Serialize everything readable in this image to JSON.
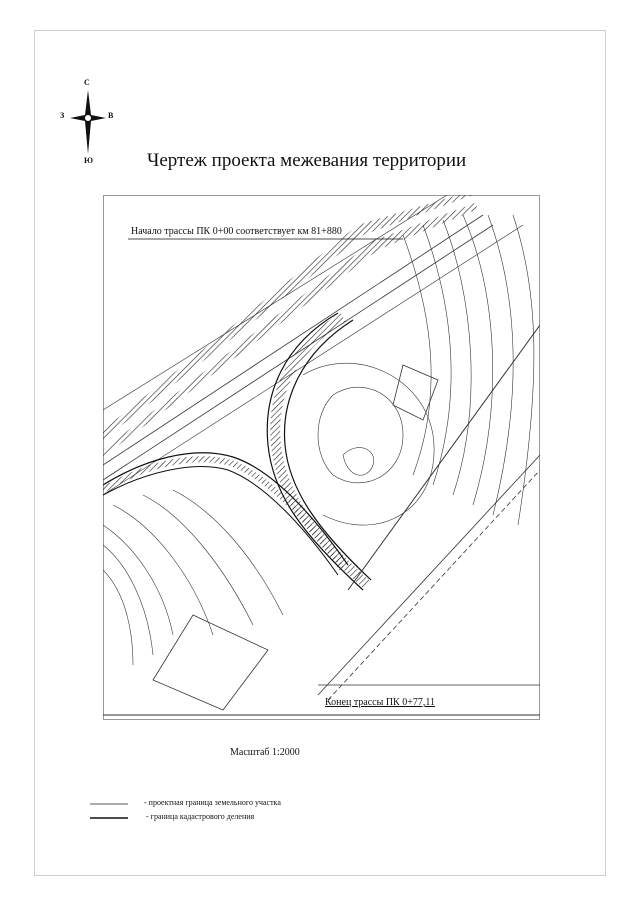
{
  "compass": {
    "north": "С",
    "south": "Ю",
    "west": "З",
    "east": "В"
  },
  "title": "Чертеж проекта межевания территории",
  "map": {
    "start_label": "Начало трассы ПК 0+00 соответствует км 81+880",
    "end_label": "Конец трассы ПК 0+77,11"
  },
  "scale_label": "Масштаб 1:2000",
  "legend": [
    {
      "text": "- проектная граница земельного участка"
    },
    {
      "text": "- граница кадастрового деления"
    }
  ]
}
